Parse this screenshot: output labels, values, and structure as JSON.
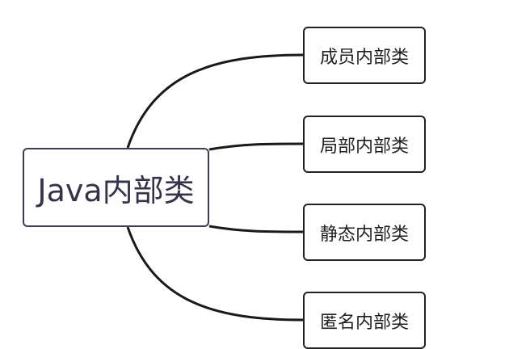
{
  "diagram": {
    "root": {
      "label": "Java内部类"
    },
    "children": [
      {
        "label": "成员内部类"
      },
      {
        "label": "局部内部类"
      },
      {
        "label": "静态内部类"
      },
      {
        "label": "匿名内部类"
      }
    ]
  },
  "colors": {
    "connector": "#1a1a1a",
    "root_border": "#3c3c4c",
    "child_border": "#222222"
  }
}
